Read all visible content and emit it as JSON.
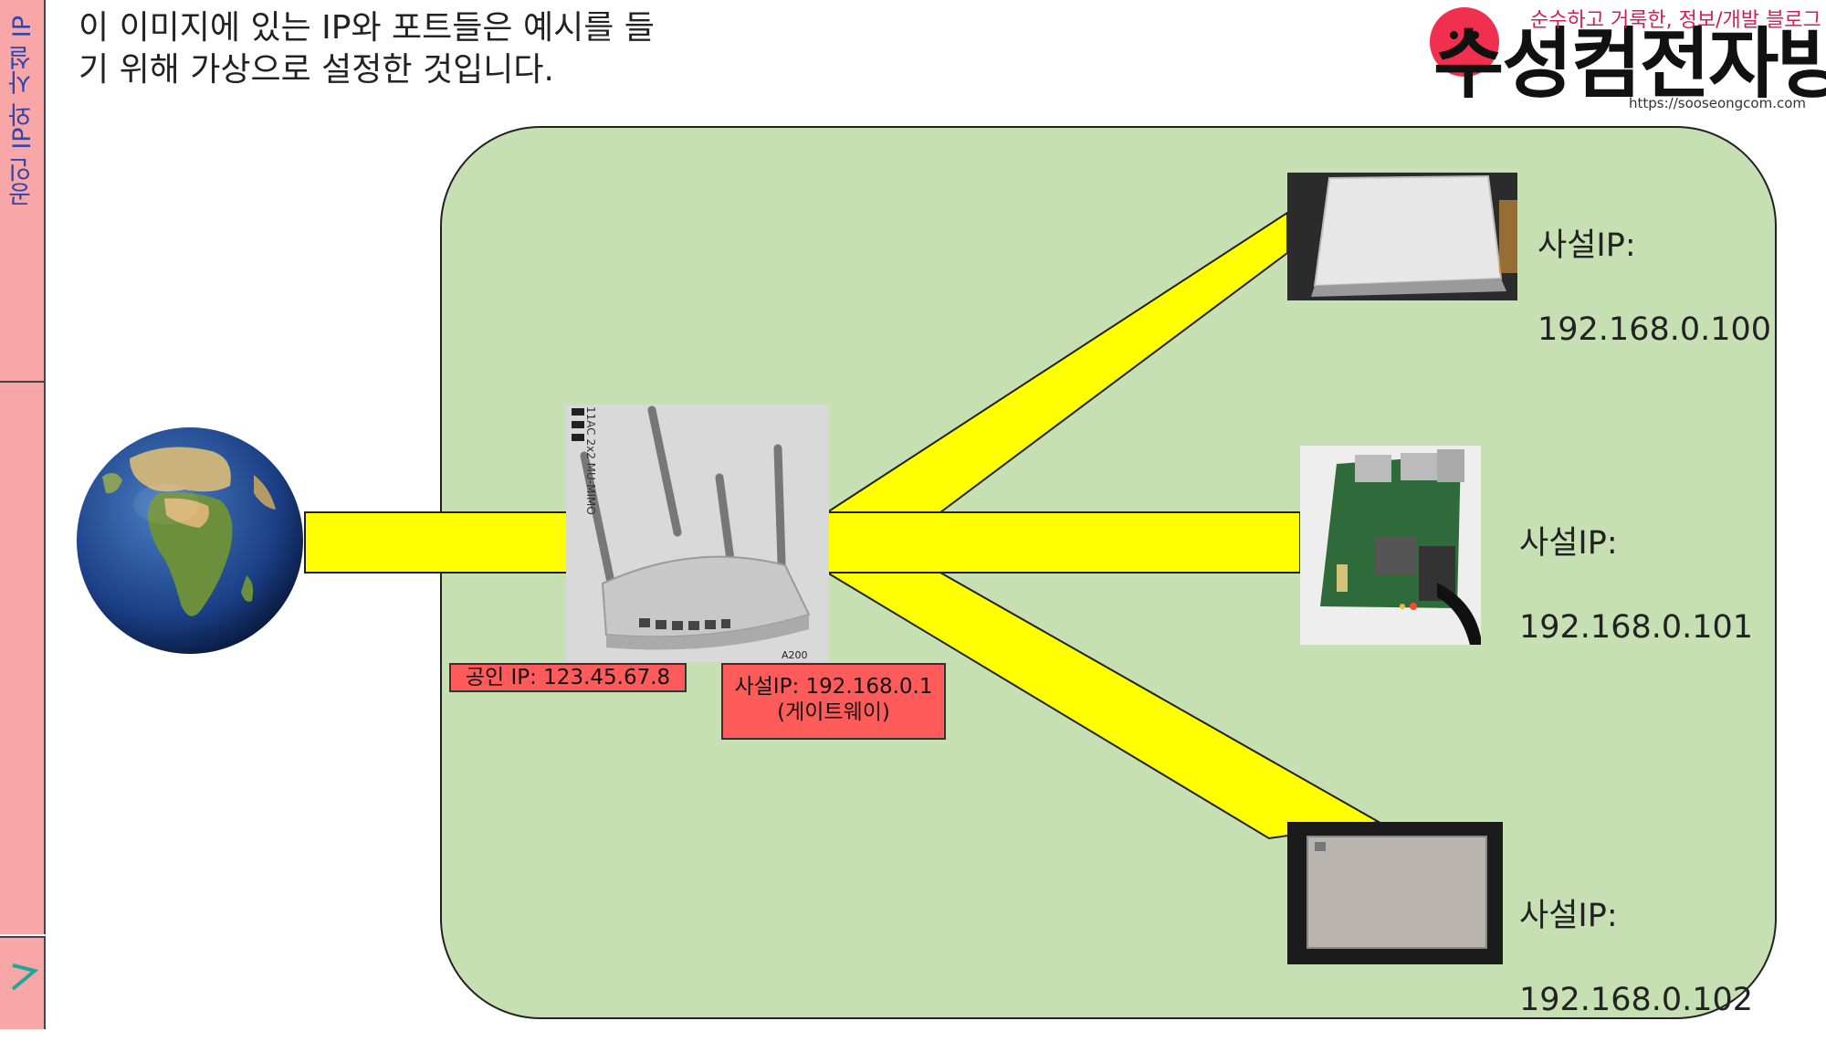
{
  "sidebar": {
    "title": "공인 IP와 사설 IP"
  },
  "note": {
    "text": "이 이미지에 있는 IP와 포트들은 예시를 들기 위해 가상으로 설정한 것입니다."
  },
  "logo": {
    "brand": "수성컴전자방",
    "tagline": "순수하고 거룩한, 정보/개발 블로그",
    "url": "https://sooseongcom.com"
  },
  "router": {
    "public_ip_label": "공인 IP: 123.45.67.8",
    "private_ip_label": "사설IP: 192.168.0.1",
    "gateway_label": "(게이트웨이)",
    "model_text": "A200",
    "side_text": "11AC 2x2 MU-MIMO"
  },
  "devices": [
    {
      "label": "사설IP:",
      "ip": "192.168.0.100"
    },
    {
      "label": "사설IP:",
      "ip": "192.168.0.101"
    },
    {
      "label": "사설IP:",
      "ip": "192.168.0.102"
    }
  ],
  "colors": {
    "link": "#ffff00",
    "area": "#c6e0b4",
    "label_box": "#ff5b5b",
    "sidebar": "#f9a6a6",
    "logo_face": "#f0304e"
  }
}
